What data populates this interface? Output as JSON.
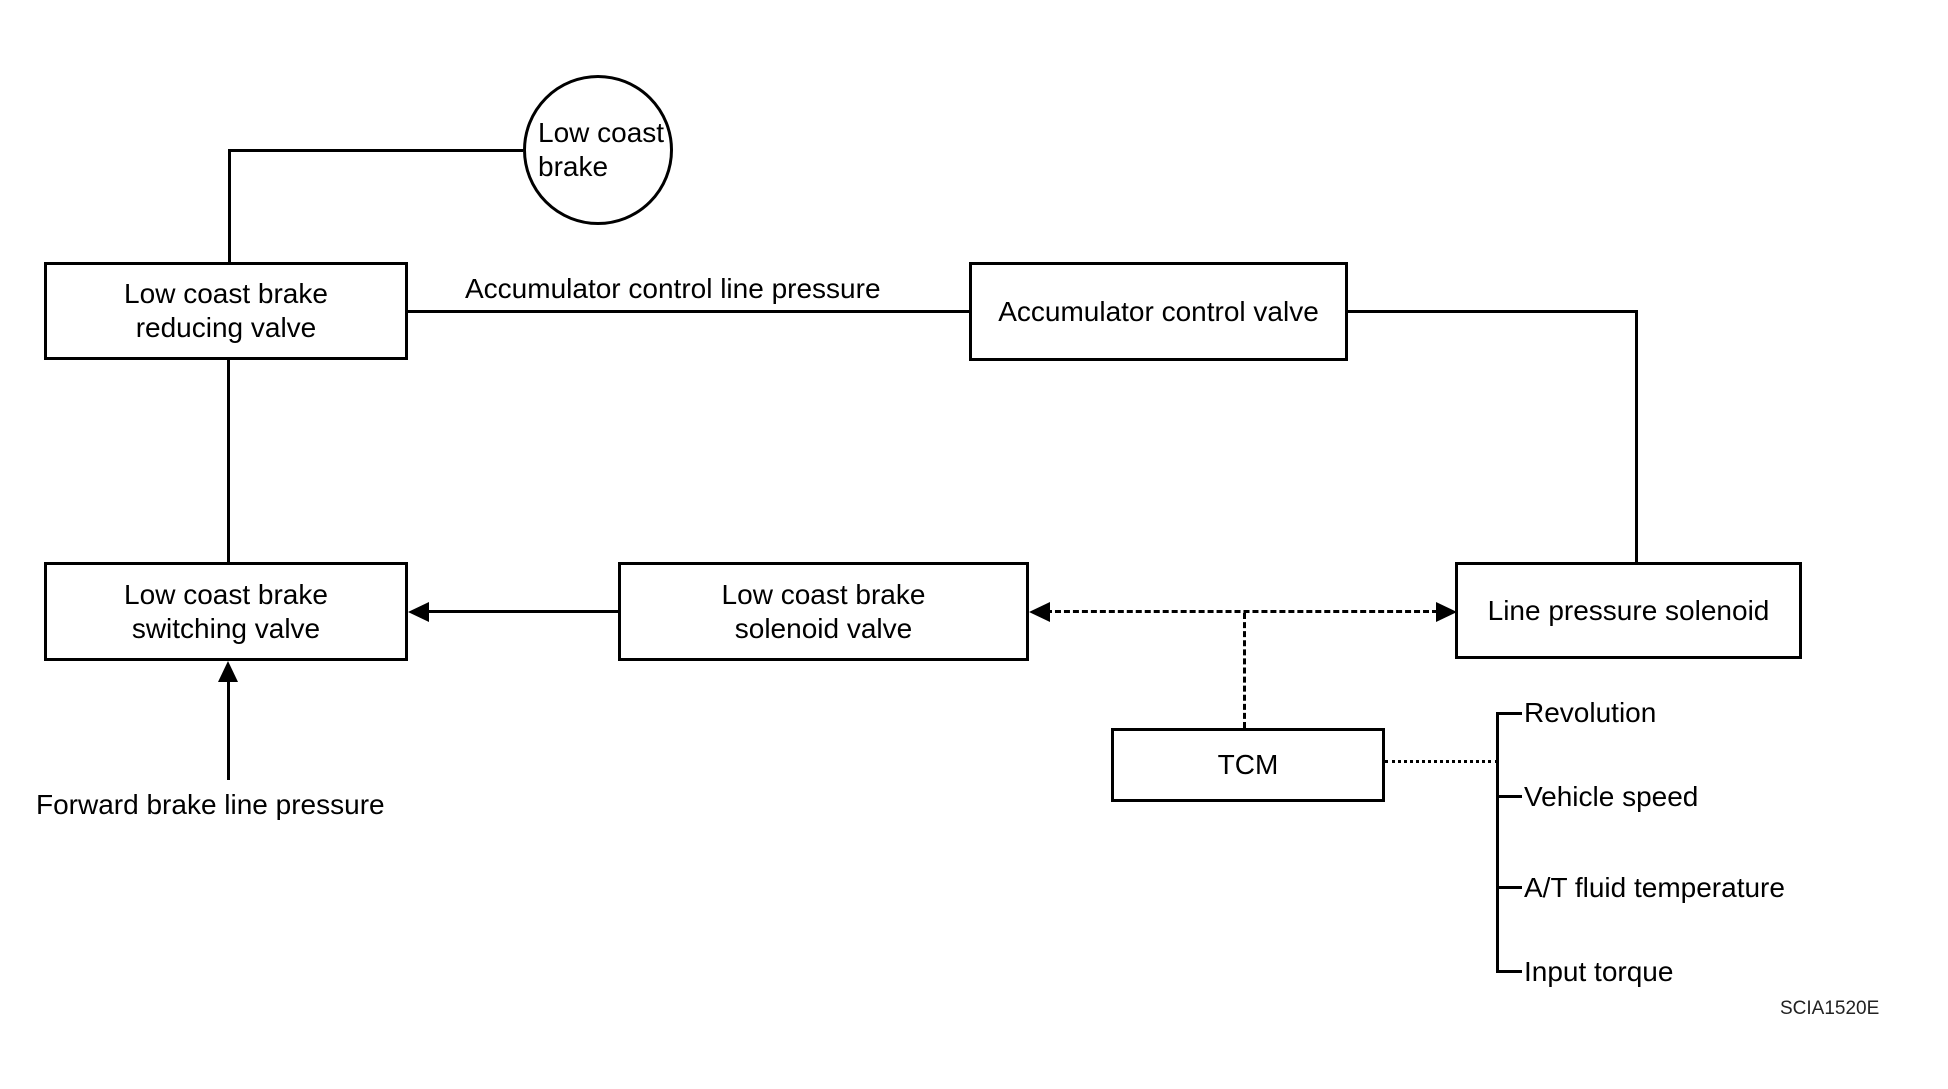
{
  "diagram": {
    "nodes": {
      "low_coast_brake": {
        "label": "Low coast\nbrake"
      },
      "reducing_valve": {
        "label": "Low coast brake\nreducing valve"
      },
      "accumulator_control_valve": {
        "label": "Accumulator control valve"
      },
      "switching_valve": {
        "label": "Low coast brake\nswitching valve"
      },
      "solenoid_valve": {
        "label": "Low coast brake\nsolenoid valve"
      },
      "line_pressure_solenoid": {
        "label": "Line pressure solenoid"
      },
      "tcm": {
        "label": "TCM"
      }
    },
    "edge_labels": {
      "accumulator_control_line_pressure": "Accumulator control line pressure",
      "forward_brake_line_pressure": "Forward brake line pressure"
    },
    "tcm_inputs": [
      "Revolution",
      "Vehicle speed",
      "A/T fluid temperature",
      "Input torque"
    ],
    "figure_code": "SCIA1520E",
    "colors": {
      "line": "#000000",
      "background": "#ffffff"
    }
  }
}
